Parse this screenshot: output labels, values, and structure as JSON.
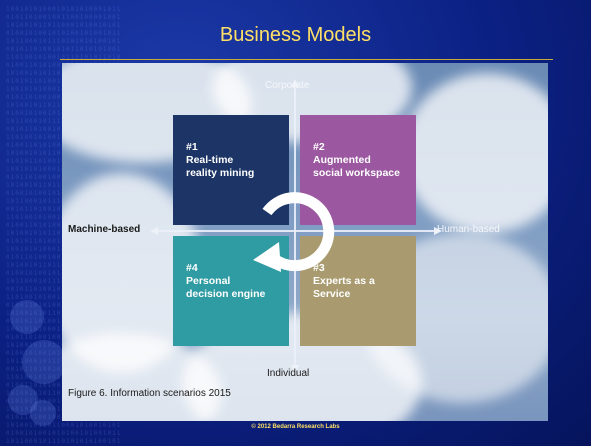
{
  "slide": {
    "title": "Business Models",
    "footer": "© 2012 Bedarra Research Labs"
  },
  "figure": {
    "axes": {
      "top": "Corporate",
      "bottom": "Individual",
      "left": "Machine-based",
      "right": "Human-based"
    },
    "quadrants": [
      {
        "id": "q1",
        "number": "#1",
        "title": "Real-time reality mining",
        "line1": "Real-time",
        "line2": "reality mining",
        "color": "#1d3566"
      },
      {
        "id": "q2",
        "number": "#2",
        "title": "Augmented social workspace",
        "line1": "Augmented",
        "line2": "social workspace",
        "color": "#9b57a0"
      },
      {
        "id": "q3",
        "number": "#3",
        "title": "Experts as a Service",
        "line1": "Experts as a",
        "line2": "Service",
        "color": "#a99b6f"
      },
      {
        "id": "q4",
        "number": "#4",
        "title": "Personal decision engine",
        "line1": "Personal",
        "line2": "decision engine",
        "color": "#2f9ba3"
      }
    ],
    "caption": "Figure 6. Information scenarios 2015"
  },
  "colors": {
    "background": "#0b2083",
    "title": "#ffe066",
    "rule": "#c8a93a"
  }
}
